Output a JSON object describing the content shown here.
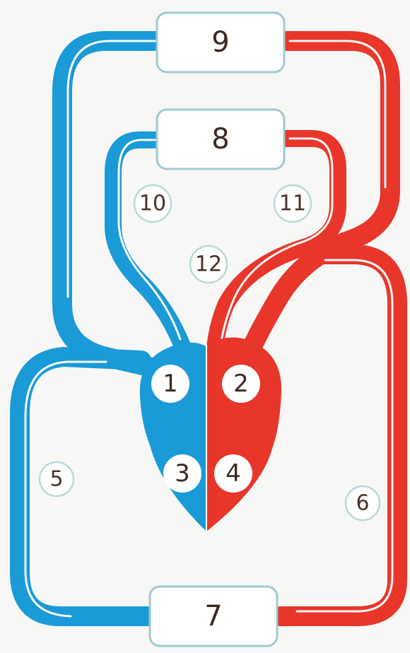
{
  "colors": {
    "deoxygenated": "#1a9ad6",
    "oxygenated": "#e8362a",
    "box_border": "#9fc9cf",
    "label_text": "#3b2a22"
  },
  "boxes": {
    "upper": "9",
    "middle": "8",
    "lower": "7"
  },
  "chambers": {
    "upper_left": "1",
    "upper_right": "2",
    "lower_left": "3",
    "lower_right": "4"
  },
  "markers": {
    "left_loop": "5",
    "right_loop": "6",
    "upper_left_gap": "10",
    "upper_right_gap": "11",
    "center": "12"
  }
}
